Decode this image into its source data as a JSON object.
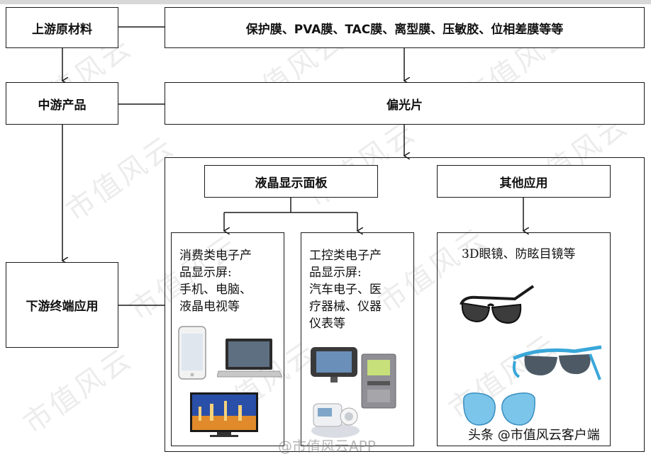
{
  "rows": {
    "upstream_label": "上游原材料",
    "upstream_content": "保护膜、PVA膜、TAC膜、离型膜、压敏胶、位相差膜等等",
    "midstream_label": "中游产品",
    "midstream_content": "偏光片",
    "downstream_label": "下游终端应用"
  },
  "downstream": {
    "lcd_panel": "液晶显示面板",
    "other_apps": "其他应用",
    "consumer": {
      "lines": [
        "消费类电子产",
        "品显示屏:",
        "手机、电脑、",
        "液晶电视等"
      ],
      "images": [
        "smartphone-image",
        "laptop-image",
        "tv-image"
      ]
    },
    "industrial": {
      "lines": [
        "工控类电子产",
        "品显示屏:",
        "汽车电子、医",
        "疗器械、仪器",
        "仪表等"
      ],
      "images": [
        "car-monitor-image",
        "meter-image",
        "medical-device-image"
      ]
    },
    "other": {
      "lines": [
        "3D眼镜、防眩目镜等"
      ],
      "images": [
        "3d-glasses-image",
        "sunglasses-image",
        "mirror-lens-image"
      ]
    }
  },
  "watermark": "市值风云",
  "credits": {
    "weibo": "@市值风云APP",
    "toutiao": "头条 @市值风云客户端"
  },
  "colors": {
    "line": "#1a1a1a",
    "lens_blue": "#39a7d9",
    "tv_sky": "#2a4fa8"
  }
}
